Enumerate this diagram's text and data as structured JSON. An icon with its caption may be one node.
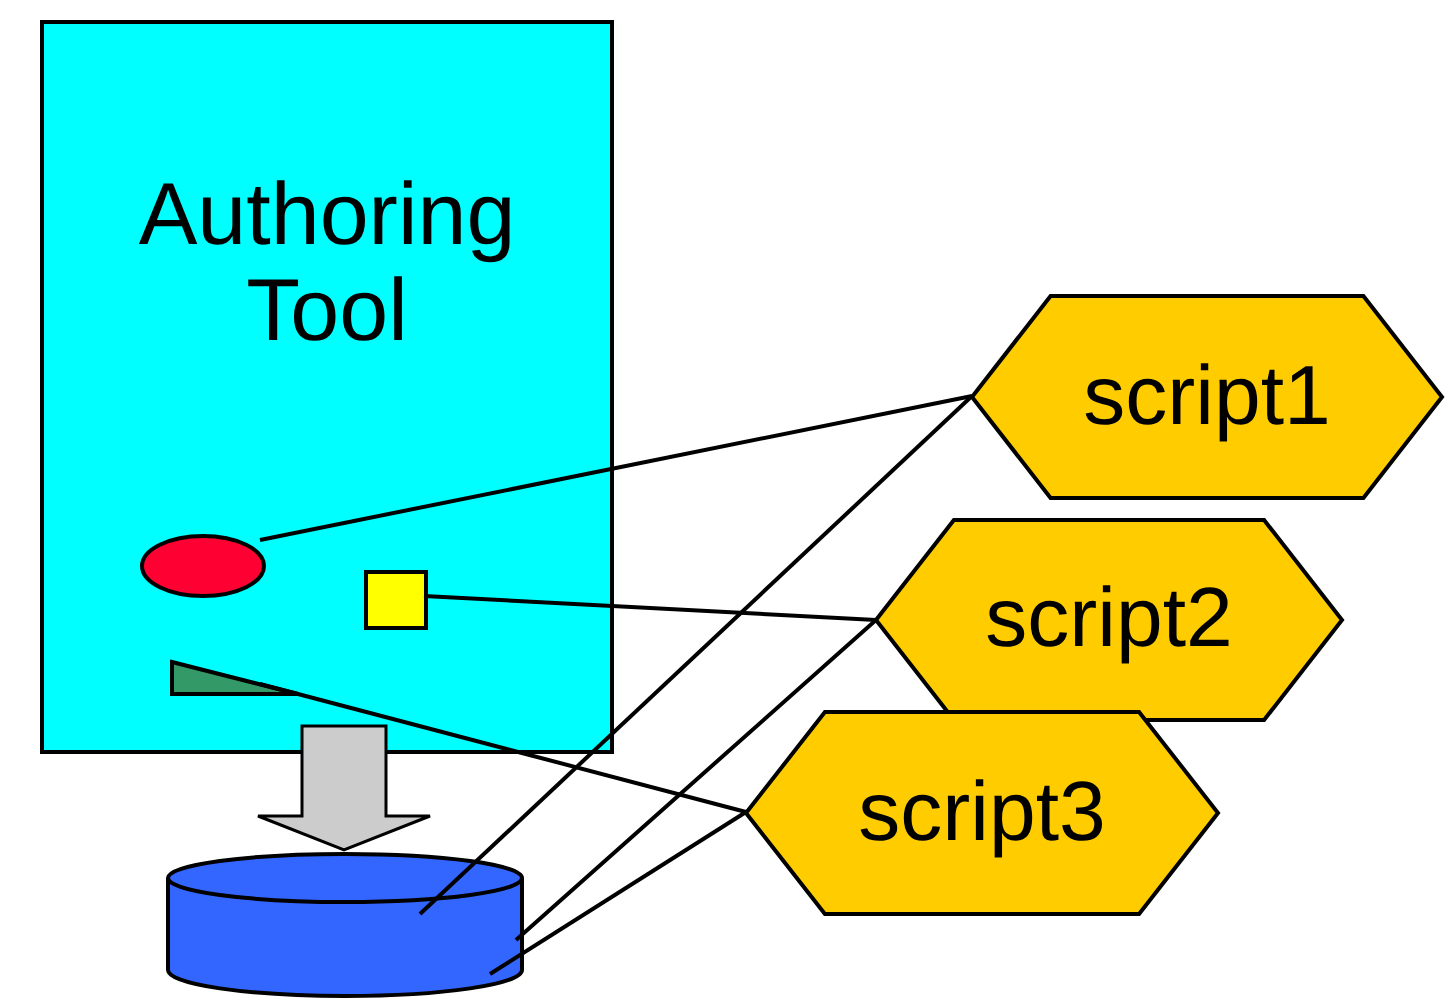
{
  "diagram": {
    "nodes": [
      {
        "text": [
          "Authoring Tool"
        ]
      },
      {
        "text": [],
        "shape": "ellipse",
        "in": 0
      },
      {
        "text": [],
        "shape": "box",
        "in": 0
      },
      {
        "text": [],
        "shape": "triangle",
        "in": 0
      },
      {
        "text": [],
        "shape": "cylinder"
      },
      {
        "text": [
          "script1"
        ]
      },
      {
        "text": [
          "script2"
        ]
      },
      {
        "text": [
          "script3"
        ]
      }
    ],
    "edges": [
      {
        "from": 0,
        "to": 4,
        "arrow": "to",
        "style": "thick",
        "color": "#cccccc"
      },
      {
        "from": 1,
        "to": 5,
        "arrow": "none"
      },
      {
        "from": 2,
        "to": 6,
        "arrow": "none"
      },
      {
        "from": 3,
        "to": 7,
        "arrow": "none"
      },
      {
        "from": 4,
        "to": 5,
        "arrow": "none"
      },
      {
        "from": 4,
        "to": 6,
        "arrow": "none"
      },
      {
        "from": 4,
        "to": 7,
        "arrow": "none"
      }
    ]
  }
}
